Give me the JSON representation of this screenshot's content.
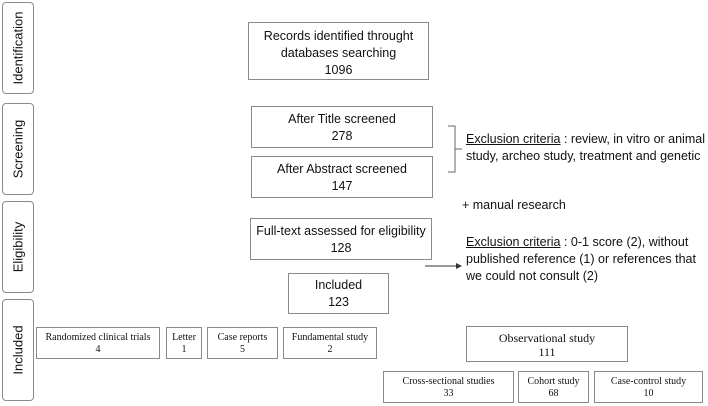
{
  "stages": {
    "identification": "Identification",
    "screening": "Screening",
    "eligibility": "Eligibility",
    "included": "Included"
  },
  "records": {
    "line1": "Records identified throught",
    "line2": "databases searching",
    "count": "1096"
  },
  "title_screened": {
    "label": "After Title screened",
    "count": "278"
  },
  "abstract_screened": {
    "label": "After Abstract screened",
    "count": "147"
  },
  "exclusion1": {
    "title": "Exclusion criteria",
    "line1": " : review, in vitro or animal",
    "line2": "study, archeo study, treatment and genetic"
  },
  "manual_research": "+ manual research",
  "fulltext": {
    "label": "Full-text assessed for eligibility",
    "count": "128"
  },
  "exclusion2": {
    "title": "Exclusion criteria",
    "line1": " : 0-1 score (2), without",
    "line2": "published reference (1) or references that",
    "line3": "we could not consult (2)"
  },
  "included_box": {
    "label": "Included",
    "count": "123"
  },
  "categories": {
    "rct": {
      "label": "Randomized clinical trials",
      "count": "4"
    },
    "letter": {
      "label": "Letter",
      "count": "1"
    },
    "case_reports": {
      "label": "Case reports",
      "count": "5"
    },
    "fundamental": {
      "label": "Fundamental study",
      "count": "2"
    },
    "observational": {
      "label": "Observational study",
      "count": "111"
    }
  },
  "subcategories": {
    "cross_sectional": {
      "label": "Cross-sectional studies",
      "count": "33"
    },
    "cohort": {
      "label": "Cohort study",
      "count": "68"
    },
    "case_control": {
      "label": "Case-control study",
      "count": "10"
    }
  }
}
